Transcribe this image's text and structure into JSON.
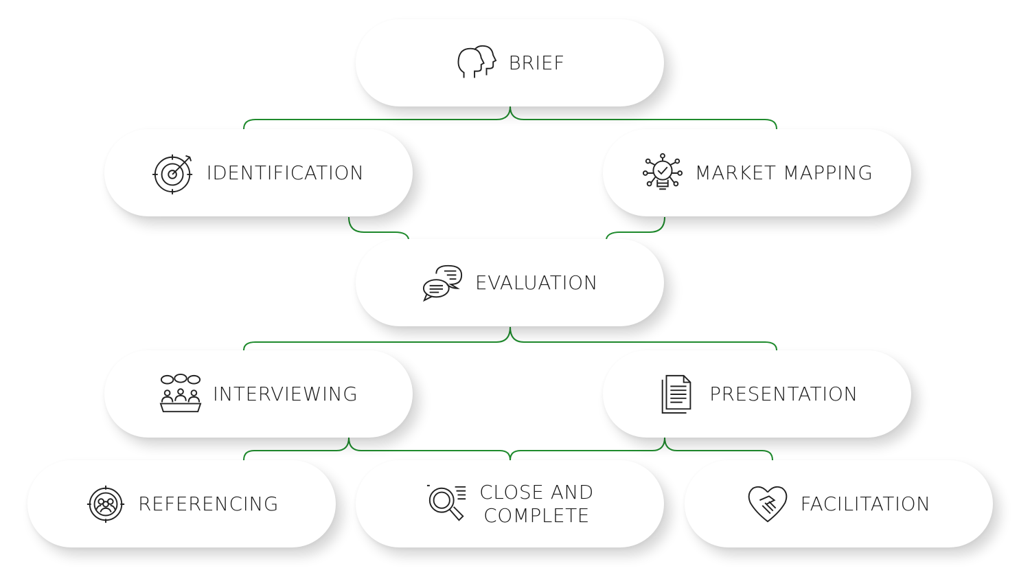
{
  "title": "Executive search process",
  "accent_color": "#1e8a2c",
  "steps": [
    {
      "id": "brief",
      "label": "BRIEF",
      "icon": "heads-icon"
    },
    {
      "id": "identification",
      "label": "IDENTIFICATION",
      "icon": "target-icon"
    },
    {
      "id": "market_mapping",
      "label": "MARKET MAPPING",
      "icon": "lightbulb-network-icon"
    },
    {
      "id": "evaluation",
      "label": "EVALUATION",
      "icon": "chat-bubbles-icon"
    },
    {
      "id": "interviewing",
      "label": "INTERVIEWING",
      "icon": "meeting-icon"
    },
    {
      "id": "presentation",
      "label": "PRESENTATION",
      "icon": "document-icon"
    },
    {
      "id": "referencing",
      "label": "REFERENCING",
      "icon": "people-target-icon"
    },
    {
      "id": "close",
      "label": "CLOSE AND\nCOMPLETE",
      "icon": "magnifier-icon"
    },
    {
      "id": "facilitation",
      "label": "FACILITATION",
      "icon": "handshake-icon"
    }
  ]
}
